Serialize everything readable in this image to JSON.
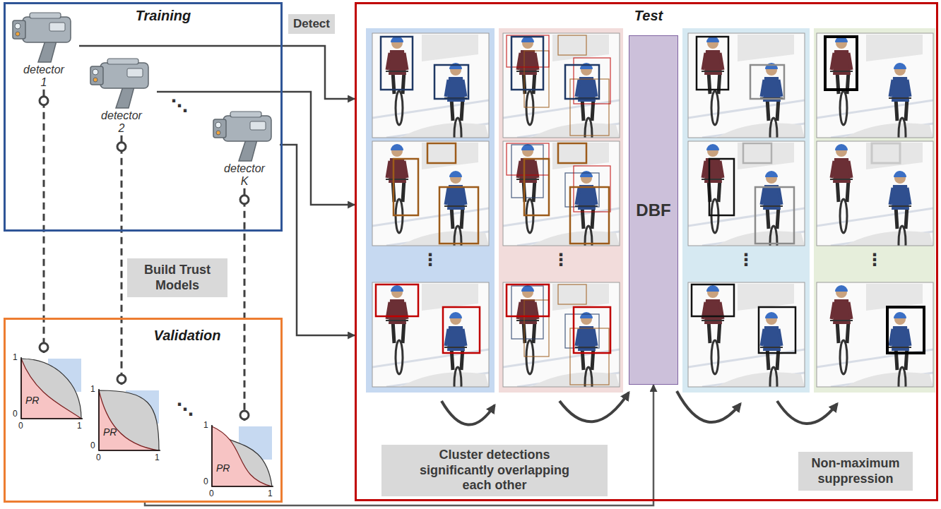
{
  "diagram": {
    "nodes": [
      {
        "text": [
          "Training"
        ]
      },
      {
        "text": [
          "detector 1"
        ],
        "in": 0
      },
      {
        "text": [
          "detector 2"
        ],
        "in": 0
      },
      {
        "text": [
          "detector K"
        ],
        "in": 0
      },
      {
        "text": [
          "Detect"
        ]
      },
      {
        "text": [
          "Test"
        ]
      },
      {
        "text": [
          "DBF"
        ],
        "in": 5
      },
      {
        "text": [
          "Cluster detections significantly overlapping each other"
        ],
        "in": 5
      },
      {
        "text": [
          "Non-maximum suppression"
        ],
        "in": 5
      },
      {
        "text": [
          "Build Trust Models"
        ]
      },
      {
        "text": [
          "Validation"
        ]
      },
      {
        "text": [
          "1",
          "PR",
          "0",
          "0",
          "1"
        ],
        "in": 10
      },
      {
        "text": [
          "1",
          "PR",
          "0",
          "0",
          "1"
        ],
        "in": 10
      },
      {
        "text": [
          "1",
          "PR",
          "0",
          "0",
          "1"
        ],
        "in": 10
      }
    ],
    "edges": [
      {
        "from": 1,
        "to": 5,
        "arrow": "to"
      },
      {
        "from": 2,
        "to": 5,
        "arrow": "to"
      },
      {
        "from": 3,
        "to": 5,
        "arrow": "to"
      },
      {
        "from": 1,
        "to": 11,
        "arrow": "none"
      },
      {
        "from": 2,
        "to": 12,
        "arrow": "none"
      },
      {
        "from": 3,
        "to": 13,
        "arrow": "none"
      },
      {
        "from": 10,
        "to": 6,
        "arrow": "to"
      }
    ],
    "labels": [
      "⋱",
      "⋮",
      "⋮",
      "⋮",
      "⋮",
      "⋱"
    ]
  }
}
